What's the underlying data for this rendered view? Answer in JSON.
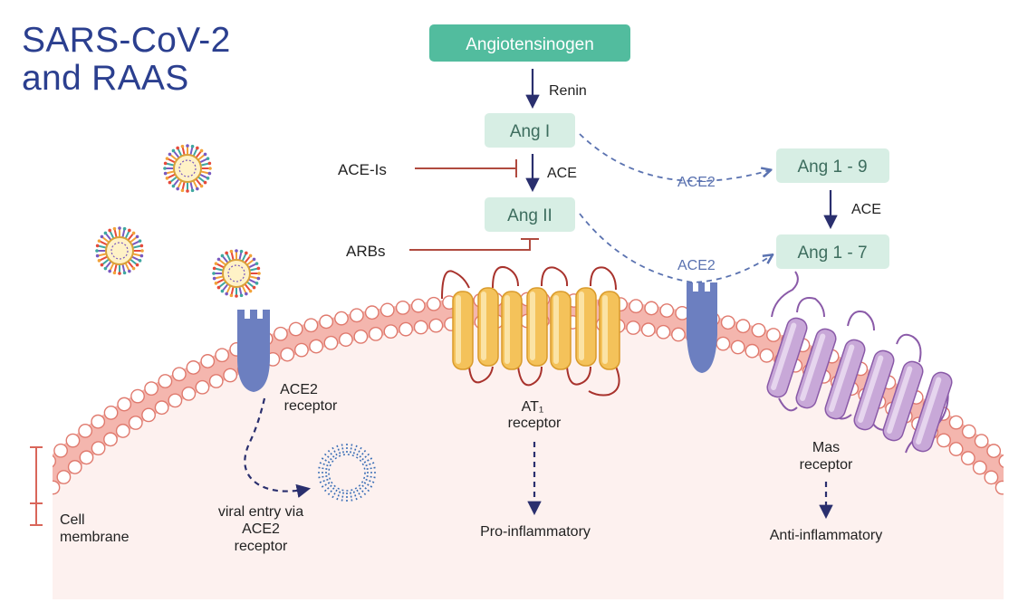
{
  "title": {
    "line1": "SARS-CoV-2",
    "line2": "and RAAS"
  },
  "pathway": {
    "angiotensinogen": "Angiotensinogen",
    "renin": "Renin",
    "ang1": "Ang I",
    "ace_1": "ACE",
    "ang2": "Ang II",
    "ace2_upper": "ACE2",
    "ang1_9": "Ang 1 - 9",
    "ace_2": "ACE",
    "ace2_lower": "ACE2",
    "ang1_7": "Ang 1 - 7"
  },
  "inhibitors": {
    "ace_is": "ACE-Is",
    "arbs": "ARBs"
  },
  "receptors": {
    "ace2_line1": "ACE2",
    "ace2_line2": "receptor",
    "at1_line1": "AT₁",
    "at1_line2": "receptor",
    "mas_line1": "Mas",
    "mas_line2": "receptor"
  },
  "outcomes": {
    "viral_entry_line1": "viral entry via",
    "viral_entry_line2": "ACE2",
    "viral_entry_line3": "receptor",
    "pro": "Pro-inflammatory",
    "anti": "Anti-inflammatory"
  },
  "membrane": {
    "line1": "Cell",
    "line2": "membrane"
  },
  "colors": {
    "title": "#2b3f8f",
    "angiotensinogen_box": "#52bc9e",
    "ang_box": "#d7eee4",
    "ang_text": "#3d6d5e",
    "arrow": "#2a2f6e",
    "inhibitor_line": "#b04a3f",
    "ace2_label": "#5a72b0",
    "membrane_fill": "#f4b6ae",
    "membrane_circle": "#ffffff",
    "cytoplasm": "#fdf1ef",
    "at1_receptor": "#f4c25a",
    "mas_receptor": "#c8a8d8",
    "ace2_receptor": "#6c7fc0"
  }
}
